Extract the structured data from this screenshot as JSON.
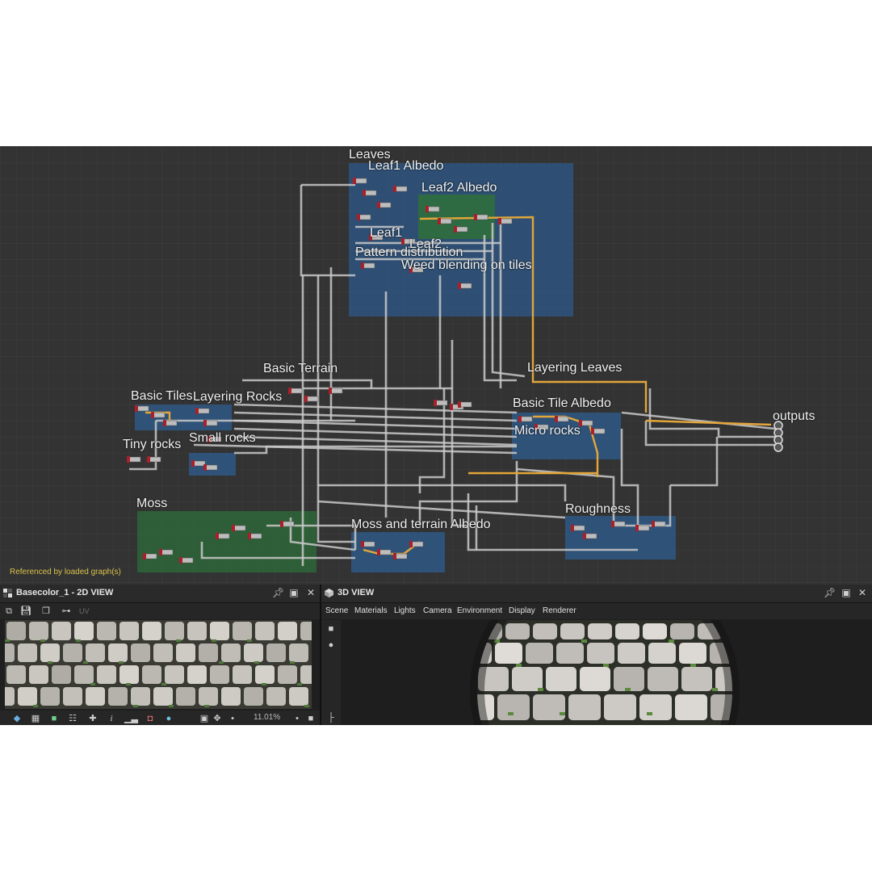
{
  "graph": {
    "frames": [
      {
        "label": "Leaves",
        "color": "#2e5a8a"
      },
      {
        "label": "Leaf1 Albedo",
        "color": "#2e5a8a"
      },
      {
        "label": "Leaf2 Albedo",
        "color": "#2e6e3a"
      },
      {
        "label": "Leaf1",
        "color": "#2e5a8a"
      },
      {
        "label": "Leaf2",
        "color": "#2e5a8a"
      },
      {
        "label": "Pattern distribution",
        "color": "#2e5a8a"
      },
      {
        "label": "Weed blending on tiles",
        "color": "#2e5a8a"
      },
      {
        "label": "Basic Terrain",
        "color": "#2e5a8a"
      },
      {
        "label": "Layering Leaves",
        "color": "#2e5a8a"
      },
      {
        "label": "Basic Tiles",
        "color": "#2e5a8a"
      },
      {
        "label": "Layering Rocks",
        "color": "#2e5a8a"
      },
      {
        "label": "Basic Tile Albedo",
        "color": "#2e5a8a"
      },
      {
        "label": "Tiny rocks",
        "color": "#2e5a8a"
      },
      {
        "label": "Small rocks",
        "color": "#2e5a8a"
      },
      {
        "label": "Micro rocks",
        "color": "#2e5a8a"
      },
      {
        "label": "outputs",
        "color": "#333333"
      },
      {
        "label": "Moss",
        "color": "#2e6e3a"
      },
      {
        "label": "Moss and terrain Albedo",
        "color": "#2e5a8a"
      },
      {
        "label": "Roughness",
        "color": "#2e5a8a"
      }
    ],
    "reference_note": "Referenced by loaded graph(s)"
  },
  "view2d": {
    "title": "Basecolor_1 - 2D VIEW",
    "uv_label": "UV",
    "zoom": "11.01%"
  },
  "view3d": {
    "title": "3D VIEW",
    "menu": [
      "Scene",
      "Materials",
      "Lights",
      "Camera",
      "Environment",
      "Display",
      "Renderer"
    ]
  },
  "colors": {
    "wire": "#c9c9c9",
    "wire_highlight": "#e3a63a",
    "frame_blue": "#2e5a8a",
    "frame_green": "#2e6e3a",
    "node_red": "#a8202a",
    "panel_bg": "#1f1f1f"
  }
}
